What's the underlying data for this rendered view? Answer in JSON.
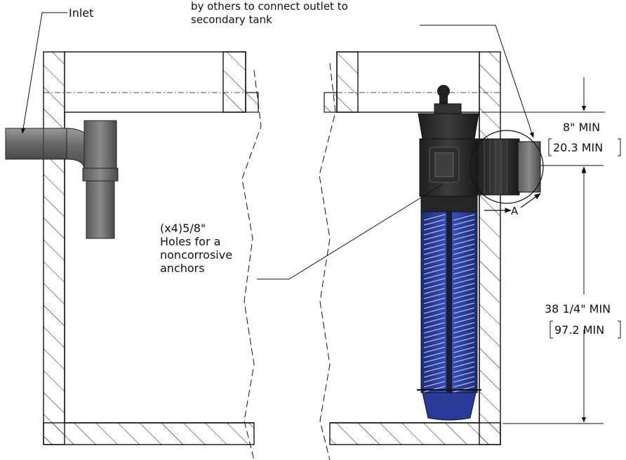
{
  "labels": {
    "inlet": "Inlet",
    "note_line1": "by others to connect outlet to",
    "note_line2": "secondary tank",
    "holes_line1": "(x4)5/8\"",
    "holes_line2": "Holes for a",
    "holes_line3": "noncorrosive",
    "holes_line4": "anchors",
    "section_marker": "A",
    "dim_top_imperial": "8\" MIN",
    "dim_top_metric": "20.3 MIN",
    "dim_main_imperial": "38 1/4\" MIN",
    "dim_main_metric": "97.2 MIN"
  },
  "colors": {
    "line": "#111111",
    "pipe": "#6e6e6e",
    "filter_blue": "#2a3f9a",
    "filter_body": "#2b2b2b"
  }
}
